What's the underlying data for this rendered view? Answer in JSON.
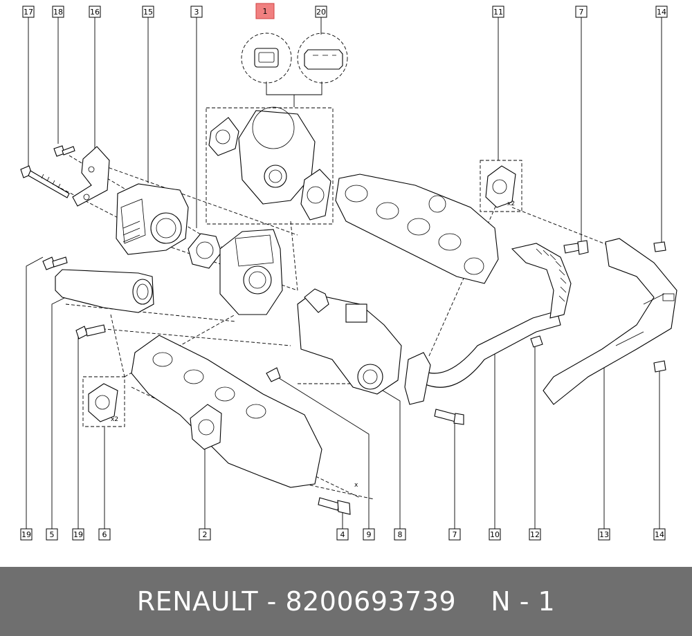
{
  "diagram": {
    "callouts": {
      "c17": "17",
      "c18": "18",
      "c16": "16",
      "c15": "15",
      "c3": "3",
      "c1": "1",
      "c20": "20",
      "c11": "11",
      "c7_top": "7",
      "c14_top": "14",
      "c19_a": "19",
      "c5": "5",
      "c19_b": "19",
      "c6": "6",
      "c2": "2",
      "c4": "4",
      "c9": "9",
      "c8": "8",
      "c7_bottom": "7",
      "c10": "10",
      "c12": "12",
      "c13": "13",
      "c14_bottom": "14"
    },
    "highlight_color": "#f08080",
    "annotations": {
      "gasket11_qty": "x2",
      "gasket6_qty": "x2",
      "axis_mark": "x"
    }
  },
  "footer": {
    "brand_part": "RENAULT - 8200693739",
    "page_ref": "N - 1"
  }
}
